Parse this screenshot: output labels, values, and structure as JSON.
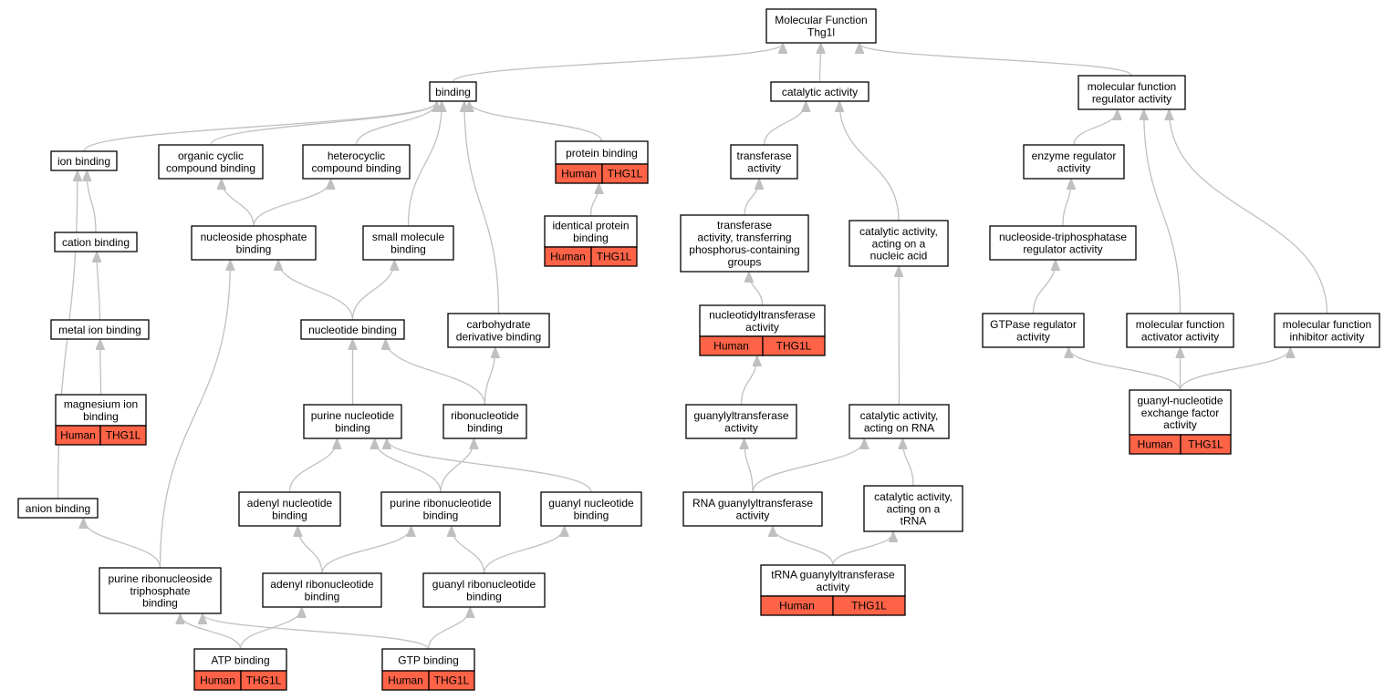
{
  "colors": {
    "edge": "#c0c0c0",
    "badge": "#ff6347",
    "border": "#000000",
    "background": "#ffffff"
  },
  "nodes": {
    "mf": {
      "lines": [
        "Molecular Function",
        "Thg1l"
      ]
    },
    "bind": {
      "lines": [
        "binding"
      ]
    },
    "cat": {
      "lines": [
        "catalytic activity"
      ]
    },
    "mfr": {
      "lines": [
        "molecular function",
        "regulator activity"
      ]
    },
    "ion": {
      "lines": [
        "ion binding"
      ]
    },
    "occ": {
      "lines": [
        "organic cyclic",
        "compound binding"
      ]
    },
    "het": {
      "lines": [
        "heterocyclic",
        "compound binding"
      ]
    },
    "prot": {
      "lines": [
        "protein binding"
      ],
      "badges": [
        "Human",
        "THG1L"
      ]
    },
    "trans": {
      "lines": [
        "transferase",
        "activity"
      ]
    },
    "enz": {
      "lines": [
        "enzyme regulator",
        "activity"
      ]
    },
    "cation": {
      "lines": [
        "cation binding"
      ]
    },
    "nsp": {
      "lines": [
        "nucleoside phosphate",
        "binding"
      ]
    },
    "smb": {
      "lines": [
        "small molecule",
        "binding"
      ]
    },
    "idp": {
      "lines": [
        "identical protein",
        "binding"
      ],
      "badges": [
        "Human",
        "THG1L"
      ]
    },
    "tphos": {
      "lines": [
        "transferase",
        "activity, transferring",
        "phosphorus-containing",
        "groups"
      ]
    },
    "catna": {
      "lines": [
        "catalytic activity,",
        "acting on a",
        "nucleic acid"
      ]
    },
    "ntpr": {
      "lines": [
        "nucleoside-triphosphatase",
        "regulator activity"
      ]
    },
    "metal": {
      "lines": [
        "metal ion binding"
      ]
    },
    "nucb": {
      "lines": [
        "nucleotide binding"
      ]
    },
    "carb": {
      "lines": [
        "carbohydrate",
        "derivative binding"
      ]
    },
    "ntt": {
      "lines": [
        "nucleotidyltransferase",
        "activity"
      ],
      "badges": [
        "Human",
        "THG1L"
      ]
    },
    "gtpr": {
      "lines": [
        "GTPase regulator",
        "activity"
      ]
    },
    "mfa": {
      "lines": [
        "molecular function",
        "activator activity"
      ]
    },
    "mfi": {
      "lines": [
        "molecular function",
        "inhibitor activity"
      ]
    },
    "mg": {
      "lines": [
        "magnesium ion",
        "binding"
      ],
      "badges": [
        "Human",
        "THG1L"
      ]
    },
    "purn": {
      "lines": [
        "purine nucleotide",
        "binding"
      ]
    },
    "ribo": {
      "lines": [
        "ribonucleotide",
        "binding"
      ]
    },
    "glt": {
      "lines": [
        "guanylyltransferase",
        "activity"
      ]
    },
    "catrna": {
      "lines": [
        "catalytic activity,",
        "acting on RNA"
      ]
    },
    "gnef": {
      "lines": [
        "guanyl-nucleotide",
        "exchange factor",
        "activity"
      ],
      "badges": [
        "Human",
        "THG1L"
      ]
    },
    "anion": {
      "lines": [
        "anion binding"
      ]
    },
    "adn": {
      "lines": [
        "adenyl nucleotide",
        "binding"
      ]
    },
    "prn": {
      "lines": [
        "purine ribonucleotide",
        "binding"
      ]
    },
    "gn": {
      "lines": [
        "guanyl nucleotide",
        "binding"
      ]
    },
    "rnag": {
      "lines": [
        "RNA guanylyltransferase",
        "activity"
      ]
    },
    "cattrna": {
      "lines": [
        "catalytic activity,",
        "acting on a",
        "tRNA"
      ]
    },
    "prntp": {
      "lines": [
        "purine ribonucleoside",
        "triphosphate",
        "binding"
      ]
    },
    "adrn": {
      "lines": [
        "adenyl ribonucleotide",
        "binding"
      ]
    },
    "grn": {
      "lines": [
        "guanyl ribonucleotide",
        "binding"
      ]
    },
    "trnag": {
      "lines": [
        "tRNA guanylyltransferase",
        "activity"
      ],
      "badges": [
        "Human",
        "THG1L"
      ]
    },
    "atp": {
      "lines": [
        "ATP binding"
      ],
      "badges": [
        "Human",
        "THG1L"
      ]
    },
    "gtp": {
      "lines": [
        "GTP binding"
      ],
      "badges": [
        "Human",
        "THG1L"
      ]
    }
  },
  "edges": [
    [
      "bind",
      "mf"
    ],
    [
      "cat",
      "mf"
    ],
    [
      "mfr",
      "mf"
    ],
    [
      "ion",
      "bind"
    ],
    [
      "occ",
      "bind"
    ],
    [
      "het",
      "bind"
    ],
    [
      "prot",
      "bind"
    ],
    [
      "smb",
      "bind"
    ],
    [
      "carb",
      "bind"
    ],
    [
      "trans",
      "cat"
    ],
    [
      "catna",
      "cat"
    ],
    [
      "enz",
      "mfr"
    ],
    [
      "mfa",
      "mfr"
    ],
    [
      "mfi",
      "mfr"
    ],
    [
      "cation",
      "ion"
    ],
    [
      "anion",
      "ion"
    ],
    [
      "nsp",
      "occ"
    ],
    [
      "nsp",
      "het"
    ],
    [
      "idp",
      "prot"
    ],
    [
      "tphos",
      "trans"
    ],
    [
      "ntpr",
      "enz"
    ],
    [
      "metal",
      "cation"
    ],
    [
      "nucb",
      "nsp"
    ],
    [
      "prntp",
      "nsp"
    ],
    [
      "nucb",
      "smb"
    ],
    [
      "ntt",
      "tphos"
    ],
    [
      "catrna",
      "catna"
    ],
    [
      "gtpr",
      "ntpr"
    ],
    [
      "mg",
      "metal"
    ],
    [
      "purn",
      "nucb"
    ],
    [
      "ribo",
      "nucb"
    ],
    [
      "ribo",
      "carb"
    ],
    [
      "glt",
      "ntt"
    ],
    [
      "rnag",
      "catrna"
    ],
    [
      "cattrna",
      "catrna"
    ],
    [
      "gnef",
      "gtpr"
    ],
    [
      "gnef",
      "mfa"
    ],
    [
      "gnef",
      "mfi"
    ],
    [
      "adn",
      "purn"
    ],
    [
      "prn",
      "purn"
    ],
    [
      "gn",
      "purn"
    ],
    [
      "prn",
      "ribo"
    ],
    [
      "rnag",
      "glt"
    ],
    [
      "prntp",
      "anion"
    ],
    [
      "adrn",
      "adn"
    ],
    [
      "adrn",
      "prn"
    ],
    [
      "grn",
      "prn"
    ],
    [
      "grn",
      "gn"
    ],
    [
      "trnag",
      "rnag"
    ],
    [
      "trnag",
      "cattrna"
    ],
    [
      "atp",
      "prntp"
    ],
    [
      "gtp",
      "prntp"
    ],
    [
      "atp",
      "adrn"
    ],
    [
      "gtp",
      "grn"
    ]
  ]
}
